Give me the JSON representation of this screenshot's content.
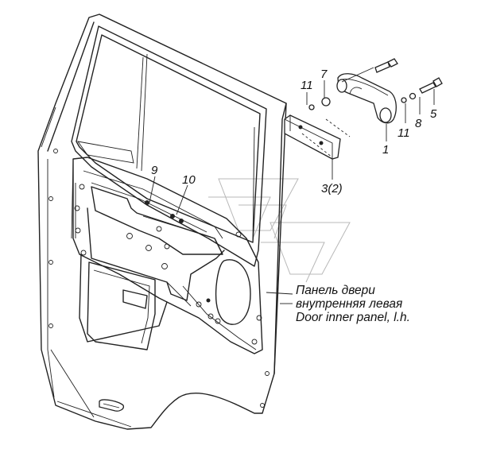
{
  "callouts": {
    "c11_left": "11",
    "c7": "7",
    "c5": "5",
    "c8": "8",
    "c11_right": "11",
    "c1": "1",
    "c3": "3(2)",
    "c9": "9",
    "c10": "10"
  },
  "caption": {
    "line1": "Панель двери",
    "line2": "внутренняя левая",
    "line3": "Door inner panel, l.h."
  }
}
